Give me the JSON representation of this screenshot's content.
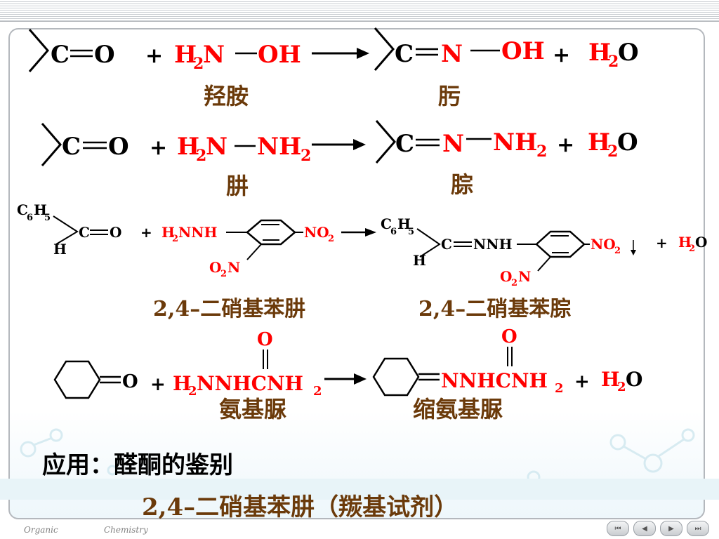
{
  "reactions": {
    "r1": {
      "reactant": [
        "C",
        "O"
      ],
      "plus": "+",
      "reagent": {
        "h": "H",
        "sub": "2",
        "n": "N",
        "oh": "OH"
      },
      "reagent_name": "羟胺",
      "product": {
        "c": "C",
        "n": "N",
        "oh": "OH"
      },
      "product_name": "肟",
      "water": {
        "h": "H",
        "sub": "2",
        "o": "O"
      }
    },
    "r2": {
      "reactant": [
        "C",
        "O"
      ],
      "plus": "+",
      "reagent": {
        "h": "H",
        "sub": "2",
        "n": "N",
        "nh": "NH",
        "sub2": "2"
      },
      "reagent_name": "肼",
      "product": {
        "c": "C",
        "n": "N",
        "nh": "NH",
        "sub": "2"
      },
      "product_name": "腙",
      "water": {
        "h": "H",
        "sub": "2",
        "o": "O"
      }
    },
    "r3": {
      "reactant": {
        "c6": "C",
        "s6": "6",
        "h5": "H",
        "s5": "5",
        "c": "C",
        "o": "O",
        "h": "H"
      },
      "plus": "+",
      "reagent": {
        "h": "H",
        "sub": "2",
        "nnh": "NNH",
        "no2": "NO",
        "no2sub": "2",
        "o2n": "O",
        "o2nsub": "2",
        "o2nN": "N"
      },
      "reagent_name": "2,4–二硝基苯肼",
      "product": {
        "c6": "C",
        "s6": "6",
        "h5": "H",
        "s5": "5",
        "c": "C",
        "nnh": "NNH",
        "h": "H",
        "no2": "NO",
        "no2sub": "2",
        "o2n": "O",
        "o2nsub": "2",
        "o2nN": "N"
      },
      "product_name": "2,4–二硝基苯腙",
      "water": {
        "h": "H",
        "sub": "2",
        "o": "O"
      }
    },
    "r4": {
      "reactant_o": "O",
      "plus": "+",
      "reagent": {
        "h": "H",
        "sub": "2",
        "body": "NNHCNH",
        "sub2": "2",
        "o": "O"
      },
      "reagent_name": "氨基脲",
      "product": {
        "body": "NNHCNH",
        "sub": "2",
        "o": "O"
      },
      "product_name": "缩氨基脲",
      "water": {
        "h": "H",
        "sub": "2",
        "o": "O"
      }
    }
  },
  "application": {
    "line1": "应用：醛酮的鉴别",
    "line2": "2,4–二硝基苯肼（羰基试剂）"
  },
  "footer": {
    "left": "Organic",
    "right": "Chemistry"
  },
  "nav": [
    "⏮",
    "◀",
    "▶",
    "⏭"
  ],
  "colors": {
    "reagent": "#ff0000",
    "names": "#6b3a0a",
    "text": "#000000"
  }
}
